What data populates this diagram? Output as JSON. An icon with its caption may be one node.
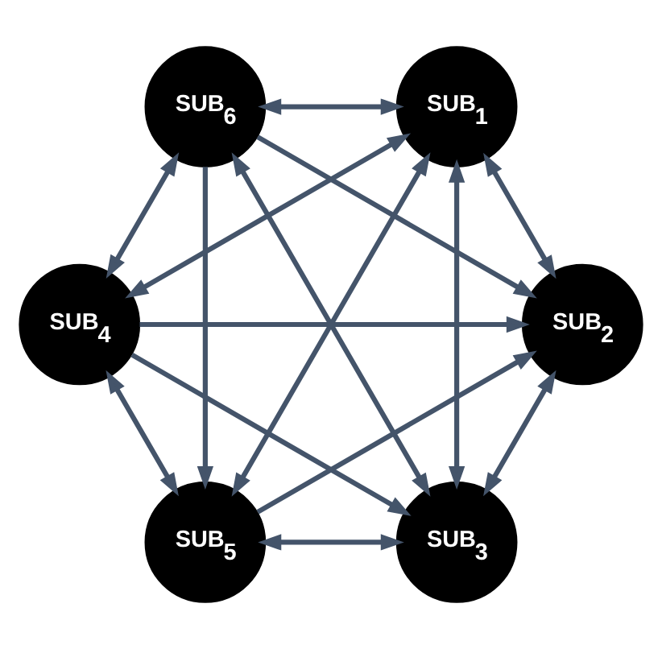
{
  "diagram": {
    "nodes": [
      {
        "text": [
          "SUB$_{3}$"
        ]
      },
      {
        "text": [
          "SUB$_{2}$"
        ]
      },
      {
        "text": [
          "SUB$_{4}$"
        ]
      },
      {
        "text": [
          "SUB$_{6}$"
        ]
      },
      {
        "text": [
          "SUB$_{1}$"
        ]
      },
      {
        "text": [
          "SUB$_{5}$"
        ]
      }
    ],
    "edges": [
      {
        "from": 1,
        "to": 0,
        "arrow": "both"
      },
      {
        "from": 4,
        "to": 0,
        "arrow": "both"
      },
      {
        "from": 0,
        "to": 3,
        "arrow": "both"
      },
      {
        "from": 5,
        "to": 0,
        "arrow": "both"
      },
      {
        "from": 2,
        "to": 0,
        "arrow": "to"
      },
      {
        "from": 2,
        "to": 1,
        "arrow": "to"
      },
      {
        "from": 3,
        "to": 1,
        "arrow": "to"
      },
      {
        "from": 3,
        "to": 2,
        "arrow": "both"
      },
      {
        "from": 1,
        "to": 4,
        "arrow": "both"
      },
      {
        "from": 5,
        "to": 1,
        "arrow": "to"
      },
      {
        "from": 4,
        "to": 3,
        "arrow": "both"
      },
      {
        "from": 4,
        "to": 2,
        "arrow": "both"
      },
      {
        "from": 3,
        "to": 5,
        "arrow": "to"
      },
      {
        "from": 2,
        "to": 5,
        "arrow": "both"
      },
      {
        "from": 4,
        "to": 5,
        "arrow": "both"
      }
    ]
  }
}
